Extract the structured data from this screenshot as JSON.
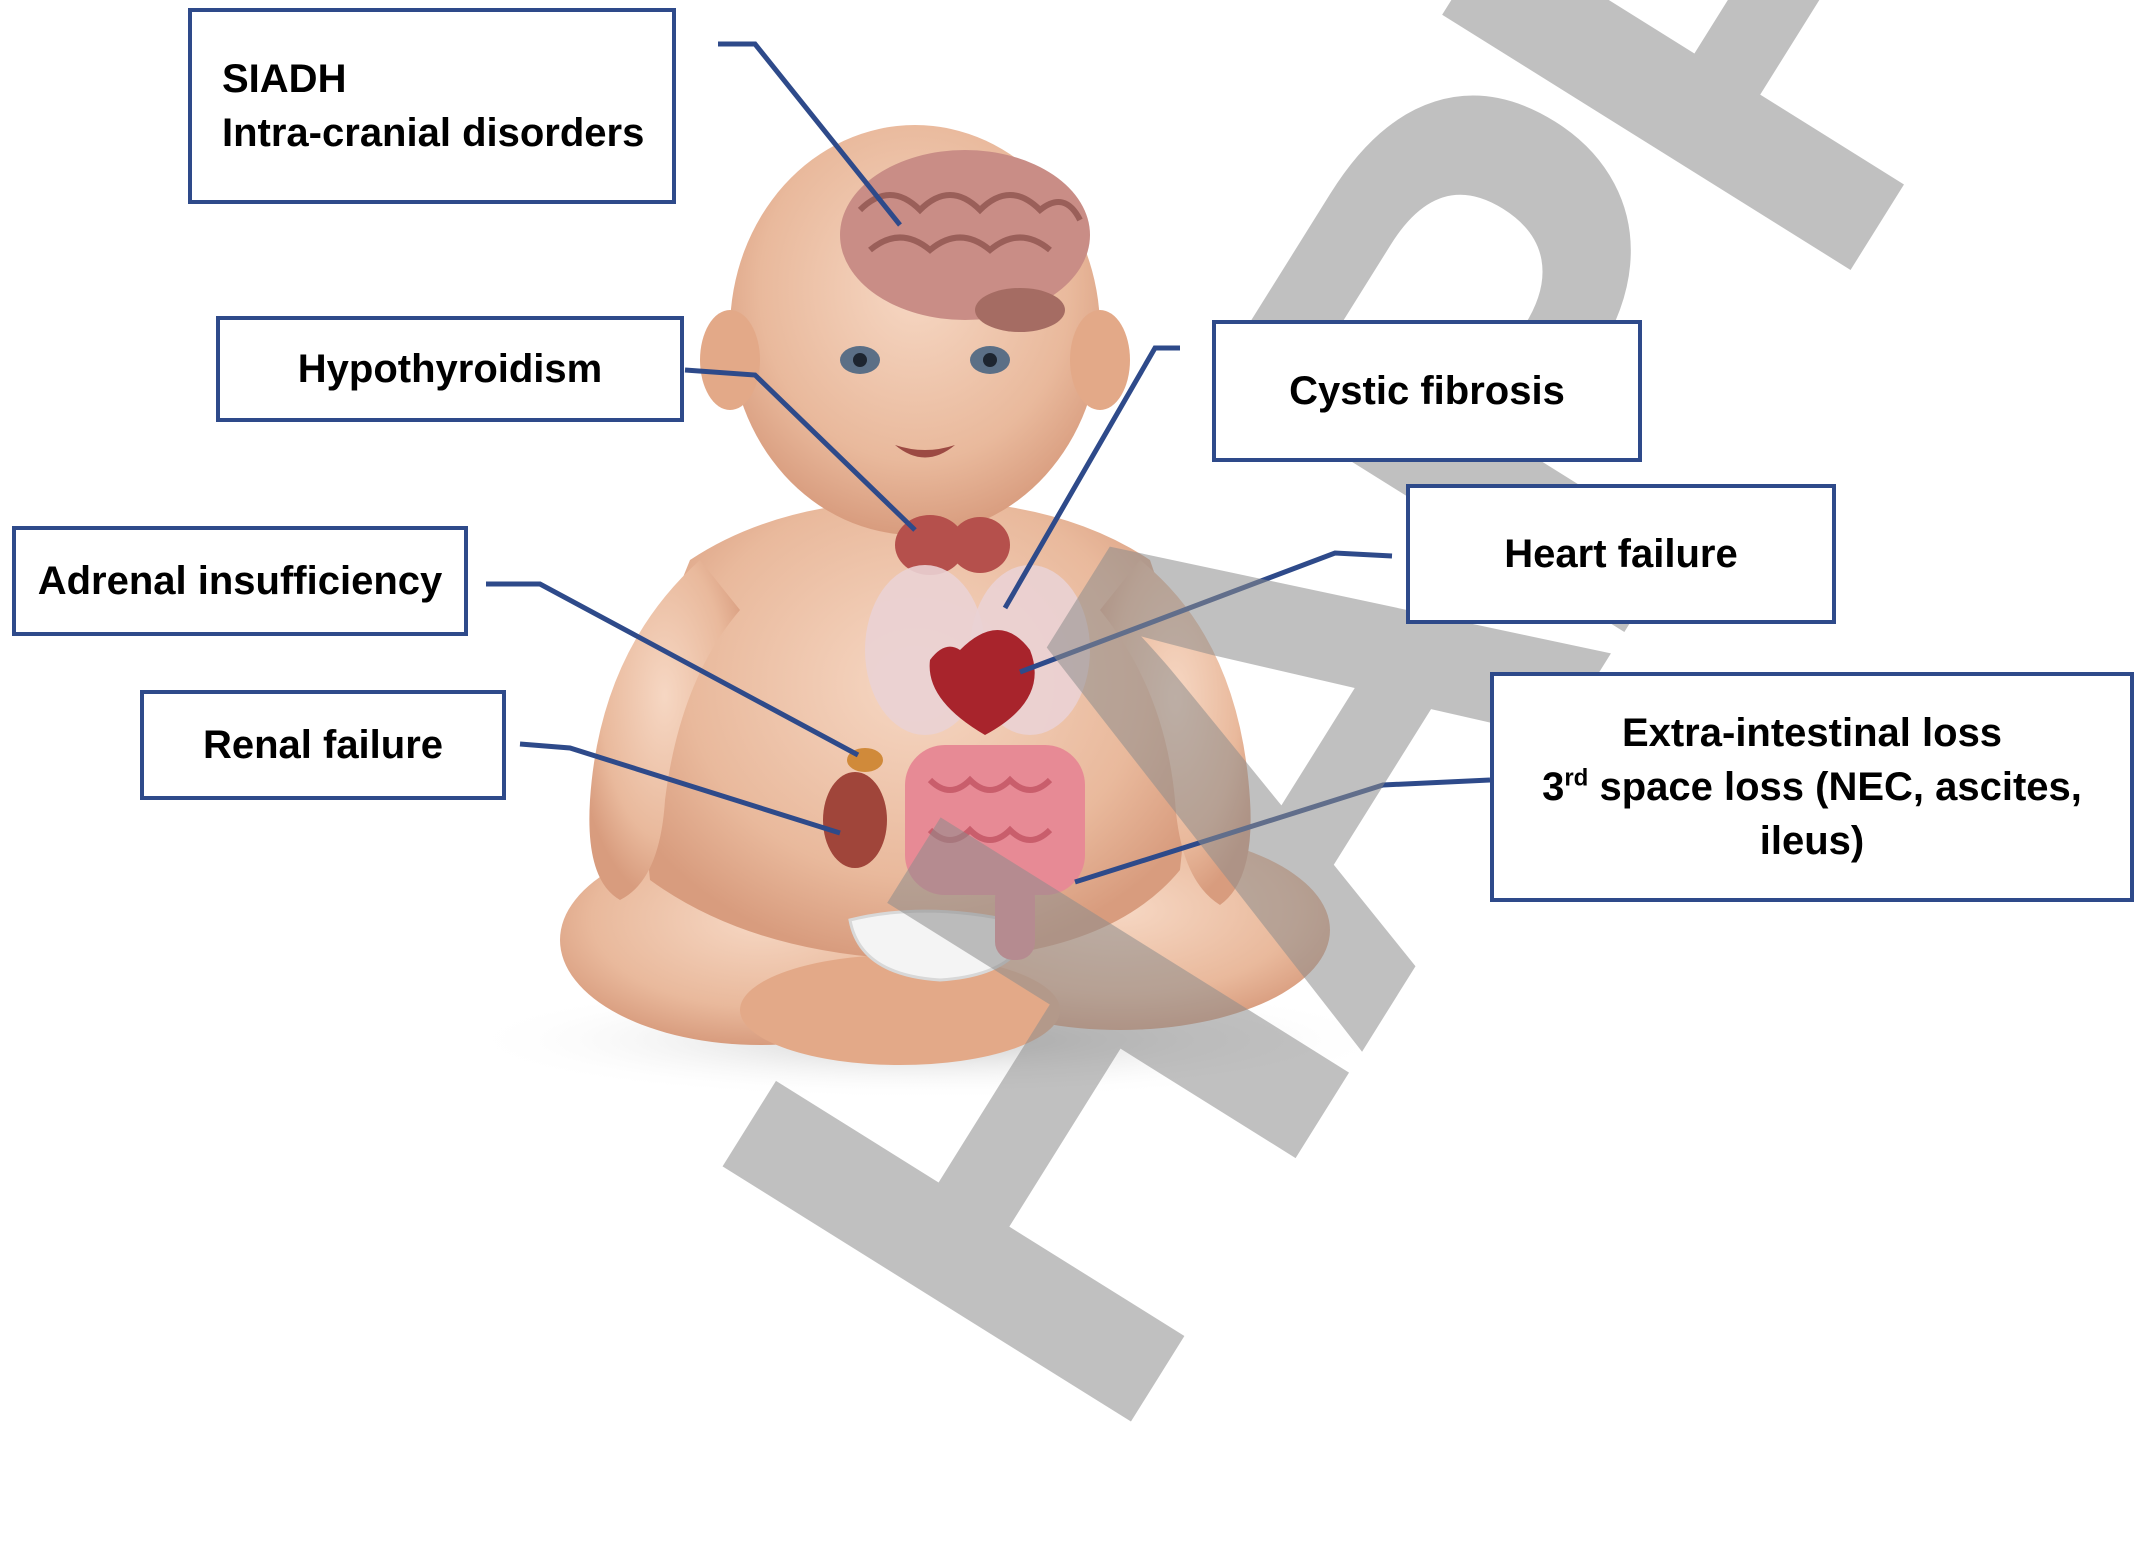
{
  "labels": {
    "siadh": [
      "SIADH",
      "Intra-cranial disorders"
    ],
    "hypothyroidism": "Hypothyroidism",
    "cystic_fibrosis": "Cystic fibrosis",
    "adrenal": "Adrenal insufficiency",
    "heart_failure": "Heart failure",
    "renal_failure": "Renal failure",
    "loss": {
      "line1": "Extra-intestinal loss",
      "line2_number": "3",
      "line2_sup": "rd",
      "line2_rest": " space loss (NEC, ascites,",
      "line3": "ileus)"
    }
  },
  "watermark": "HAPPY",
  "colors": {
    "box_border": "#2e4a8a",
    "connector": "#2e4a8a",
    "watermark": "#8c8c8c"
  }
}
